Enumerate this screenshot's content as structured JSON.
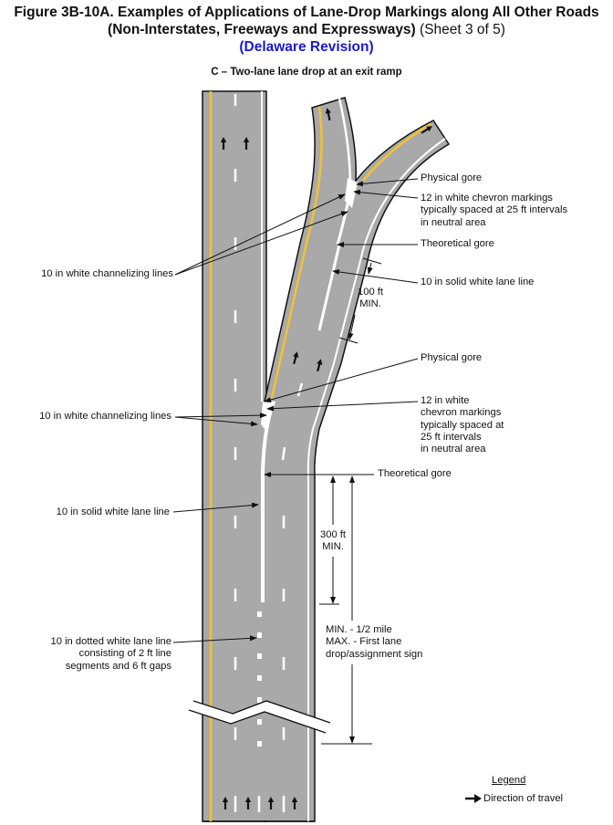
{
  "figure": {
    "title_line1": "Figure 3B-10A.  Examples of Applications of Lane-Drop Markings along All Other Roads",
    "title_line2": "(Non-Interstates, Freeways and Expressways)",
    "sheet": "(Sheet 3 of 5)",
    "revision": "(Delaware Revision)",
    "subtitle": "C – Two-lane lane drop at an exit ramp"
  },
  "labels": {
    "physical_gore_upper": "Physical gore",
    "chevron_upper": [
      "12 in white chevron markings",
      "typically spaced at 25 ft intervals",
      "in neutral area"
    ],
    "theoretical_gore_upper": "Theoretical gore",
    "solid_lane_line_upper": "10 in solid white lane line",
    "dim_100ft": [
      "100 ft",
      "MIN."
    ],
    "channelizing_upper": "10 in white channelizing lines",
    "physical_gore_lower": "Physical gore",
    "chevron_lower": [
      "12 in white",
      "chevron markings",
      "typically spaced at",
      "25 ft intervals",
      "in neutral area"
    ],
    "channelizing_lower": "10 in white channelizing lines",
    "theoretical_gore_lower": "Theoretical gore",
    "solid_lane_line_lower": "10 in solid white lane line",
    "dim_300ft": [
      "300 ft",
      "MIN."
    ],
    "dotted_lane_line": [
      "10 in dotted white lane line",
      "consisting of 2 ft line",
      "segments and 6 ft gaps"
    ],
    "dim_half_mile": [
      "MIN. - 1/2 mile",
      "MAX. - First lane",
      "drop/assignment sign"
    ]
  },
  "legend": {
    "title": "Legend",
    "items": [
      {
        "icon": "arrow-right-icon",
        "label": "Direction of travel"
      }
    ]
  },
  "colors": {
    "pavement": "#a9a9a9",
    "yellow_line": "#f2c230",
    "revision_blue": "#1a1acc"
  }
}
